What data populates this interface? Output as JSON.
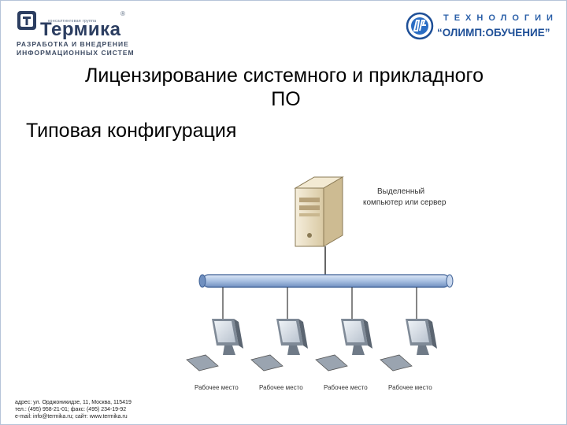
{
  "header": {
    "left_logo": {
      "group_label": "консалтинговая группа",
      "name": "Термика",
      "registered_mark": "®",
      "tagline": "РАЗРАБОТКА И ВНЕДРЕНИЕ\nИНФОРМАЦИОННЫХ СИСТЕМ",
      "icon": "termika-logo-icon"
    },
    "right_logo": {
      "line1": "ТЕХНОЛОГИИ",
      "line2": "“ОЛИМП:ОБУЧЕНИЕ”",
      "icon": "olimp-globe-icon"
    }
  },
  "slide": {
    "title_line1": "Лицензирование системного и прикладного",
    "title_line2": "ПО",
    "subtitle": "Типовая конфигурация"
  },
  "diagram": {
    "server_label_line1": "Выделенный",
    "server_label_line2": "компьютер или сервер",
    "workstations": [
      {
        "label": "Рабочее место"
      },
      {
        "label": "Рабочее место"
      },
      {
        "label": "Рабочее место"
      },
      {
        "label": "Рабочее место"
      }
    ],
    "icons": [
      "server-icon",
      "network-bus",
      "monitor-icon",
      "keyboard-icon"
    ]
  },
  "footer": {
    "contacts": "адрес: ул. Орджоникидзе, 11, Москва, 115419\nтел.: (495) 958-21-01;  факс: (495) 234-19-92\ne-mail: info@termika.ru;  сайт: www.termika.ru"
  },
  "colors": {
    "brand_dark": "#2c3e61",
    "olimp_blue": "#1e4f97",
    "bus_fill": "#9fb8dc",
    "server_beige": "#e8dcc0"
  }
}
